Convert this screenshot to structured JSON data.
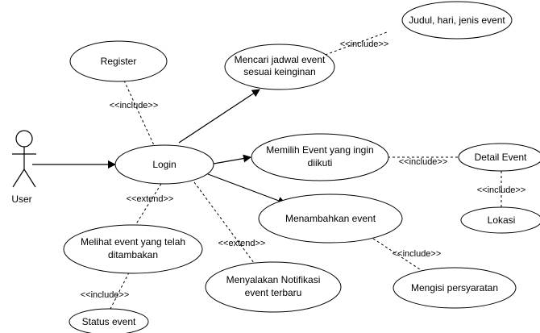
{
  "actor": {
    "name": "User"
  },
  "use_cases": {
    "register": [
      "Register"
    ],
    "login": [
      "Login"
    ],
    "mencari": [
      "Mencari jadwal event",
      "sesuai keinginan"
    ],
    "judul": [
      "Judul, hari, jenis event"
    ],
    "memilih": [
      "Memilih Event yang ingin",
      "diikuti"
    ],
    "detail": [
      "Detail Event"
    ],
    "lokasi": [
      "Lokasi"
    ],
    "menambahkan": [
      "Menambahkan event"
    ],
    "mengisi": [
      "Mengisi persyaratan"
    ],
    "melihat": [
      "Melihat event yang telah",
      "ditambakan"
    ],
    "status": [
      "Status event"
    ],
    "notifikasi": [
      "Menyalakan Notifikasi",
      "event terbaru"
    ]
  },
  "relations": {
    "register_login": "<<include>>",
    "mencari_judul": "<<include>>",
    "memilih_detail": "<<include>>",
    "detail_lokasi": "<<include>>",
    "login_melihat": "<<extend>>",
    "login_notifikasi": "<<extend>>",
    "menambahkan_mengisi": "<<include>>",
    "melihat_status": "<<include>>"
  }
}
